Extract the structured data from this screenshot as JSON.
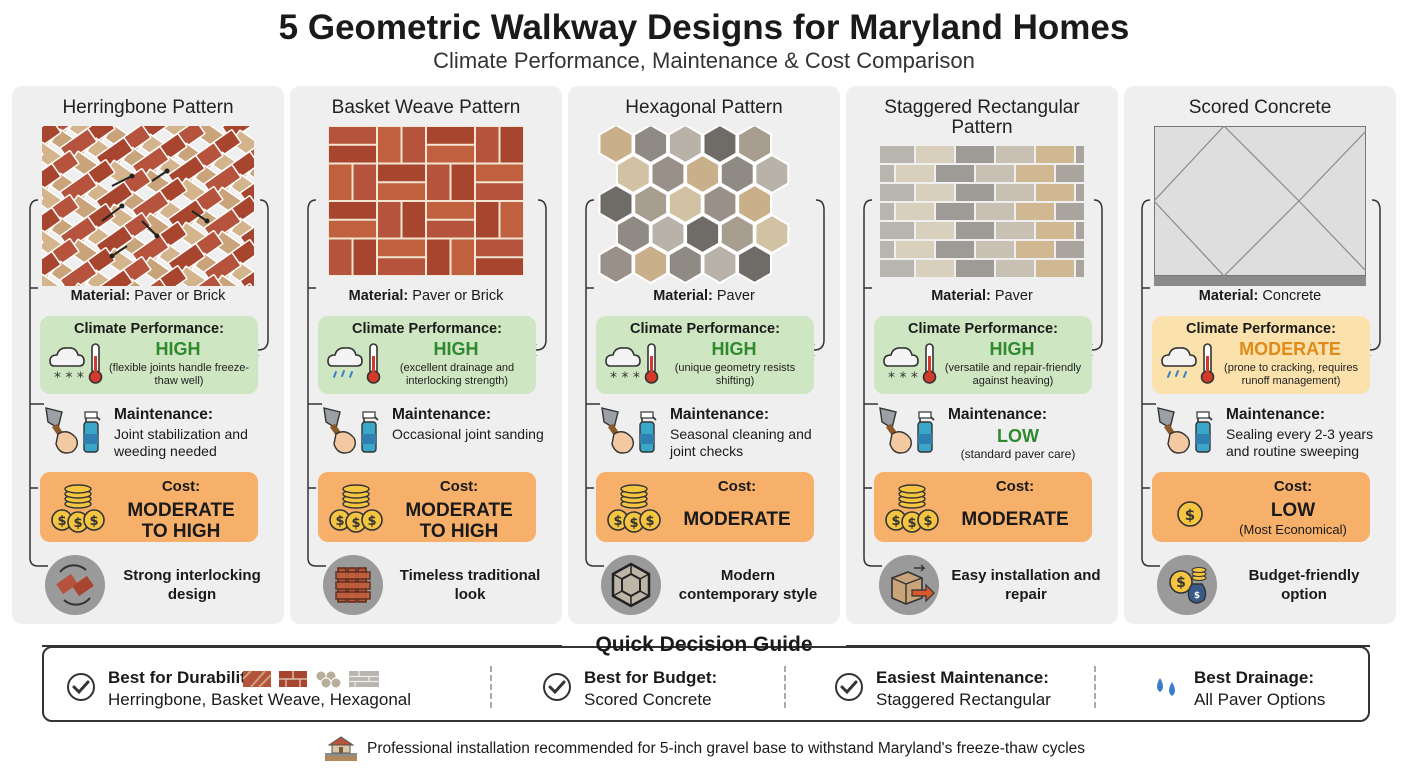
{
  "header": {
    "title": "5 Geometric Walkway Designs for Maryland Homes",
    "subtitle": "Climate Performance, Maintenance & Cost Comparison"
  },
  "labels": {
    "material": "Material:",
    "climate": "Climate Performance:",
    "maintenance": "Maintenance:",
    "cost": "Cost:"
  },
  "colors": {
    "panel_bg": "#efefef",
    "climate_high_bg": "#cfe6c2",
    "climate_moderate_bg": "#fbe2ad",
    "cost_bg": "#f6b06a",
    "high_text": "#2f8a2f",
    "moderate_text": "#e08a1a",
    "brick_red": "#b5533c",
    "brick_tan": "#c9a37a"
  },
  "designs": [
    {
      "title": "Herringbone Pattern",
      "material": "Paver or Brick",
      "climate_level": "HIGH",
      "climate_note": "(flexible joints handle freeze-thaw well)",
      "climate_icon": "snow-cloud-thermometer-icon",
      "maintenance_text": "Joint stabilization and weeding needed",
      "cost_lines": [
        "MODERATE",
        "TO HIGH"
      ],
      "feature": "Strong interlocking design",
      "feature_icon": "interlocking-pavers-icon"
    },
    {
      "title": "Basket Weave Pattern",
      "material": "Paver or Brick",
      "climate_level": "HIGH",
      "climate_note": "(excellent drainage and interlocking strength)",
      "climate_icon": "rain-cloud-thermometer-icon",
      "maintenance_text": "Occasional joint sanding",
      "cost_lines": [
        "MODERATE",
        "TO HIGH"
      ],
      "feature": "Timeless traditional look",
      "feature_icon": "basket-weave-icon"
    },
    {
      "title": "Hexagonal Pattern",
      "material": "Paver",
      "climate_level": "HIGH",
      "climate_note": "(unique geometry resists shifting)",
      "climate_icon": "snow-cloud-thermometer-icon",
      "maintenance_text": "Seasonal cleaning and joint checks",
      "cost_lines": [
        "MODERATE"
      ],
      "feature": "Modern contemporary style",
      "feature_icon": "hexagon-icon"
    },
    {
      "title": "Staggered Rectangular Pattern",
      "material": "Paver",
      "climate_level": "HIGH",
      "climate_note": "(versatile and repair-friendly against heaving)",
      "climate_icon": "snow-cloud-thermometer-icon",
      "maintenance_level": "LOW",
      "maintenance_note": "(standard paver care)",
      "cost_lines": [
        "MODERATE"
      ],
      "feature": "Easy installation and repair",
      "feature_icon": "box-arrow-icon"
    },
    {
      "title": "Scored Concrete",
      "material": "Concrete",
      "climate_level": "MODERATE",
      "climate_note": "(prone to cracking, requires runoff management)",
      "climate_icon": "rain-cloud-thermometer-icon",
      "maintenance_text": "Sealing every 2-3 years and routine sweeping",
      "cost_lines": [
        "LOW"
      ],
      "cost_note": "(Most Economical)",
      "feature": "Budget-friendly option",
      "feature_icon": "money-bag-icon"
    }
  ],
  "guide": {
    "title": "Quick Decision Guide",
    "items": [
      {
        "heading": "Best for Durability:",
        "text": "Herringbone, Basket Weave, Hexagonal",
        "icon": "check-icon"
      },
      {
        "heading": "Best for Budget:",
        "text": "Scored Concrete",
        "icon": "check-icon"
      },
      {
        "heading": "Easiest Maintenance:",
        "text": "Staggered Rectangular",
        "icon": "check-icon"
      },
      {
        "heading": "Best Drainage:",
        "text": "All Paver Options",
        "icon": "water-drops-icon"
      }
    ]
  },
  "footer": {
    "text": "Professional installation recommended for 5-inch gravel base to withstand Maryland's freeze-thaw cycles",
    "icon": "house-foundation-icon"
  }
}
